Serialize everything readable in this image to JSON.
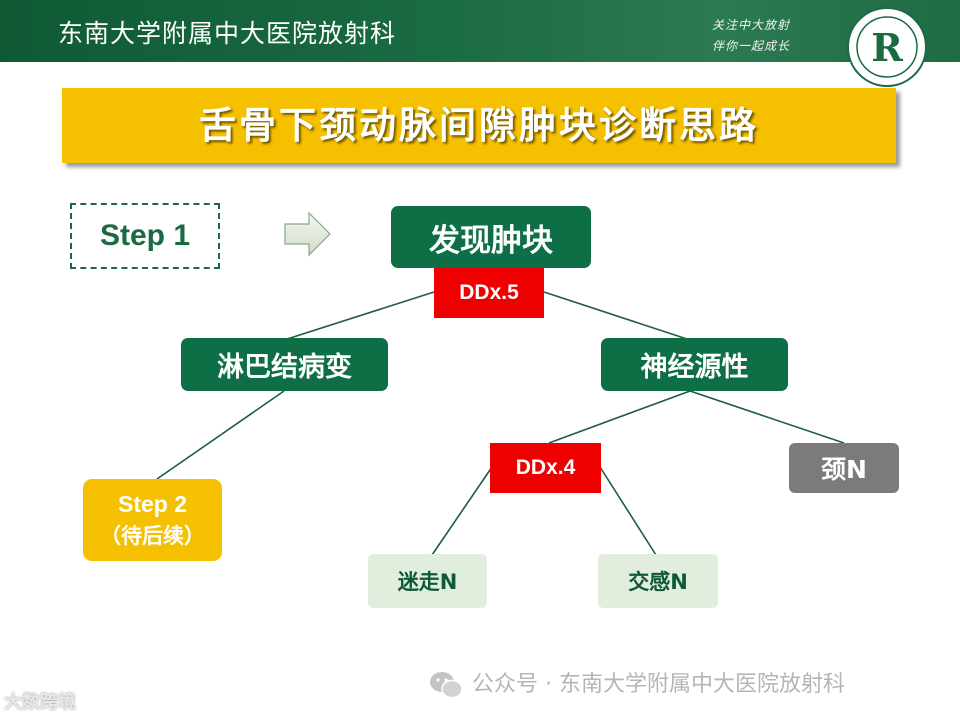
{
  "header": {
    "institution": "东南大学附属中大医院放射科",
    "slogan_line1": "关注中大放射",
    "slogan_line2": "伴你一起成长",
    "logo_letter": "R"
  },
  "title": "舌骨下颈动脉间隙肿块诊断思路",
  "step1_label": "Step 1",
  "nodes": {
    "root": "发现肿块",
    "ddx5": "DDx.5",
    "lymph": "淋巴结病变",
    "neuro": "神经源性",
    "ddx4": "DDx.4",
    "neck_n": "颈N",
    "vagus": "迷走N",
    "sympathetic": "交感N",
    "step2_title": "Step 2",
    "step2_sub": "（待后续）"
  },
  "footer": {
    "watermark": "公众号 · 东南大学附属中大医院放射科",
    "corner_mark": "大数跨境"
  },
  "colors": {
    "header_green": "#1a6a42",
    "node_green": "#0e6e46",
    "title_yellow": "#f5c000",
    "ddx_red": "#ee0000",
    "gray_node": "#7b7b7b",
    "light_node": "#e2eedd"
  }
}
